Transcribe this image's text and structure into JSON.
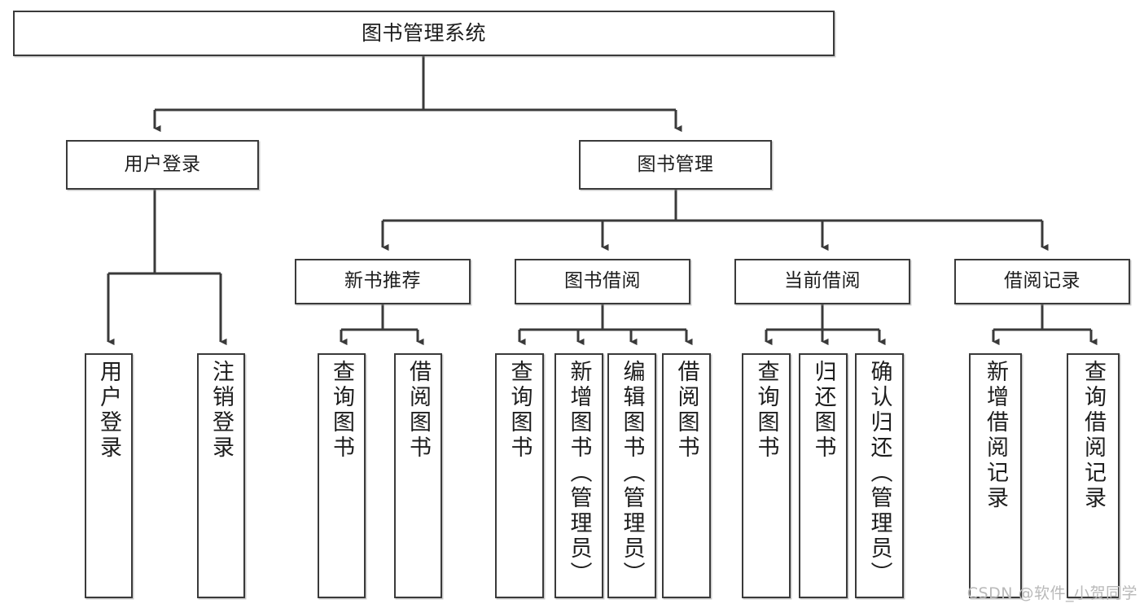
{
  "diagram": {
    "title": "图书管理系统",
    "type": "tree-hierarchy",
    "watermark": "CSDN @软件_小贺同学",
    "colors": {
      "box_border": "#3a3a3a",
      "box_fill": "#ffffff",
      "edge": "#3a3a3a",
      "text": "#1d1d1d",
      "watermark": "#b9b9b9",
      "background": "#ffffff"
    },
    "root": {
      "label": "图书管理系统"
    },
    "level1": [
      {
        "label": "用户登录"
      },
      {
        "label": "图书管理"
      }
    ],
    "level2": [
      {
        "label": "新书推荐"
      },
      {
        "label": "图书借阅"
      },
      {
        "label": "当前借阅"
      },
      {
        "label": "借阅记录"
      }
    ],
    "leaves": {
      "user_login": [
        {
          "label": "用户登录"
        },
        {
          "label": "注销登录"
        }
      ],
      "new_book_rec": [
        {
          "label": "查询图书"
        },
        {
          "label": "借阅图书"
        }
      ],
      "book_borrow": [
        {
          "label": "查询图书"
        },
        {
          "label": "新增图书（管理员）"
        },
        {
          "label": "编辑图书（管理员）"
        },
        {
          "label": "借阅图书"
        }
      ],
      "cur_borrow": [
        {
          "label": "查询图书"
        },
        {
          "label": "归还图书"
        },
        {
          "label": "确认归还（管理员）"
        }
      ],
      "borrow_log": [
        {
          "label": "新增借阅记录"
        },
        {
          "label": "查询借阅记录"
        }
      ]
    }
  }
}
